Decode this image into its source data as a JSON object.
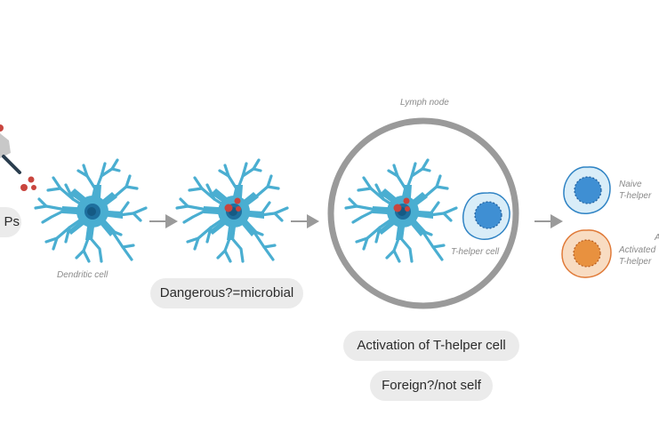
{
  "labels": {
    "pamps_fragment": "Ps",
    "dendritic_cell": "Dendritic cell",
    "lymph_node": "Lymph node",
    "t_helper_cell": "T-helper cell",
    "naive_line1": "Naive",
    "naive_line2": "T-helper",
    "activated_line1": "Activated",
    "activated_line2": "T-helper",
    "edge_fragment": "A"
  },
  "pills": {
    "dangerous": "Dangerous?=microbial",
    "activation": "Activation of T-helper cell",
    "foreign": "Foreign?/not self"
  },
  "colors": {
    "dendritic_blue": "#4aaed1",
    "nucleus_dark": "#1e6f9e",
    "nucleus_core": "#155a84",
    "antigen_red": "#c9453e",
    "lymph_ring": "#9a9a9a",
    "naive_fill": "#d9edf8",
    "naive_outline": "#2f83c4",
    "naive_nucleus": "#3f8fd3",
    "activated_fill": "#f8dcc2",
    "activated_outline": "#e07a38",
    "activated_nucleus": "#e8913f",
    "arrow": "#9a9a9a",
    "pill_bg": "#ebebeb"
  }
}
